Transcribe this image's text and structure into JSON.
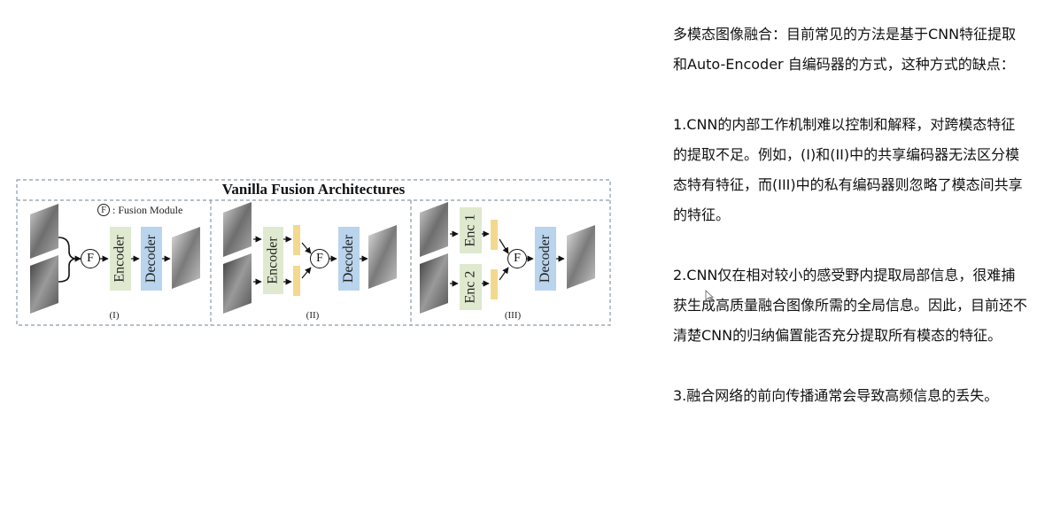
{
  "figure": {
    "title": "Vanilla Fusion Architectures",
    "legend_symbol": "F",
    "legend_text": ": Fusion Module",
    "fusion_symbol": "F",
    "encoder_label": "Encoder",
    "decoder_label": "Decoder",
    "enc1_label": "Enc 1",
    "enc2_label": "Enc 2",
    "panel_labels": [
      "(I)",
      "(II)",
      "(III)"
    ],
    "colors": {
      "encoder": "#dfe9cf",
      "decoder": "#b9d4ec",
      "feature": "#f3d98e",
      "border": "#8a9aa8"
    }
  },
  "notes": {
    "intro": "多模态图像融合：目前常见的方法是基于CNN特征提取和Auto-Encoder 自编码器的方式，这种方式的缺点：",
    "point1": "1.CNN的内部工作机制难以控制和解释，对跨模态特征的提取不足。例如，(I)和(II)中的共享编码器无法区分模态特有特征，而(III)中的私有编码器则忽略了模态间共享的特征。",
    "point2": "2.CNN仅在相对较小的感受野内提取局部信息，很难捕获生成高质量融合图像所需的全局信息。因此，目前还不清楚CNN的归纳偏置能否充分提取所有模态的特征。",
    "point3": "3.融合网络的前向传播通常会导致高频信息的丢失。"
  }
}
